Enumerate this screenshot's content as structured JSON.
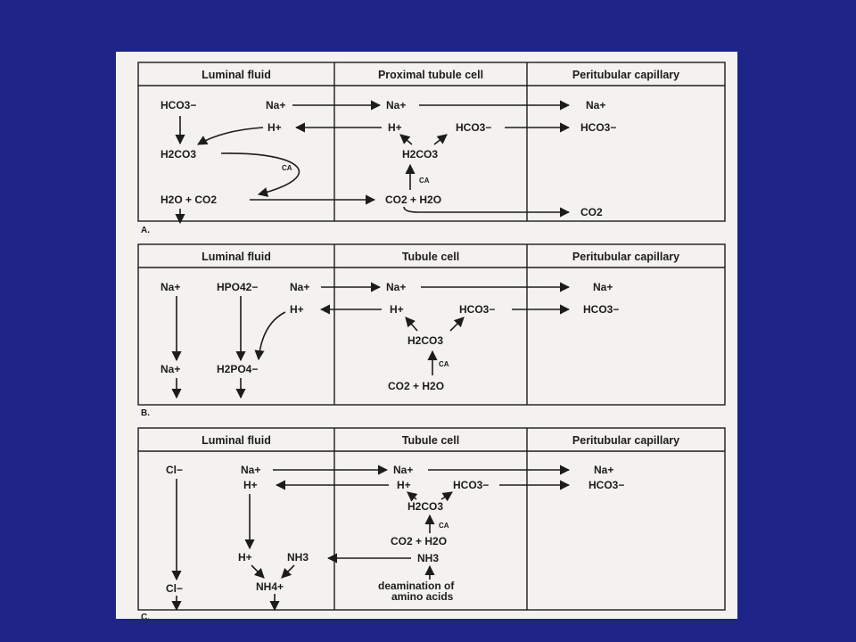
{
  "panels": [
    {
      "letter": "A.",
      "headers": [
        "Luminal fluid",
        "Proximal tubule cell",
        "Peritubular capillary"
      ],
      "lumen": {
        "hco3": "HCO3−",
        "na": "Na+",
        "h": "H+",
        "h2co3": "H2CO3",
        "h2o_co2": "H2O + CO2",
        "ca": "CA"
      },
      "cell": {
        "na": "Na+",
        "h": "H+",
        "hco3": "HCO3−",
        "h2co3": "H2CO3",
        "ca": "CA",
        "co2_h2o": "CO2 + H2O"
      },
      "cap": {
        "na": "Na+",
        "hco3": "HCO3−",
        "co2": "CO2"
      }
    },
    {
      "letter": "B.",
      "headers": [
        "Luminal fluid",
        "Tubule cell",
        "Peritubular capillary"
      ],
      "lumen": {
        "na_left": "Na+",
        "hpo4": "HPO42−",
        "na": "Na+",
        "h": "H+",
        "na_bottom": "Na+",
        "h2po4": "H2PO4−"
      },
      "cell": {
        "na": "Na+",
        "h": "H+",
        "hco3": "HCO3−",
        "h2co3": "H2CO3",
        "ca": "CA",
        "co2_h2o": "CO2 + H2O"
      },
      "cap": {
        "na": "Na+",
        "hco3": "HCO3−"
      }
    },
    {
      "letter": "C.",
      "headers": [
        "Luminal fluid",
        "Tubule cell",
        "Peritubular capillary"
      ],
      "lumen": {
        "cl": "Cl−",
        "na": "Na+",
        "h": "H+",
        "h_bottom": "H+",
        "nh3": "NH3",
        "cl_bottom": "Cl−",
        "nh4": "NH4+"
      },
      "cell": {
        "na": "Na+",
        "h": "H+",
        "hco3": "HCO3−",
        "h2co3": "H2CO3",
        "ca": "CA",
        "co2_h2o": "CO2 + H2O",
        "nh3": "NH3",
        "deam1": "deamination of",
        "deam2": "amino acids"
      },
      "cap": {
        "na": "Na+",
        "hco3": "HCO3−"
      }
    }
  ]
}
